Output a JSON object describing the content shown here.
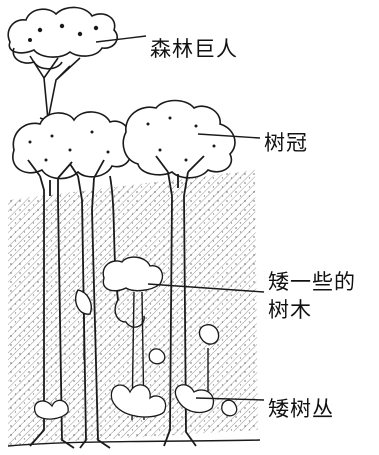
{
  "diagram": {
    "labels": {
      "emergent": "森林巨人",
      "canopy": "树冠",
      "understory_line1": "矮一些的",
      "understory_line2": "树木",
      "shrub": "矮树丛"
    },
    "colors": {
      "ink": "#1a1a1a",
      "background": "#ffffff",
      "hatch": "#555555"
    }
  }
}
